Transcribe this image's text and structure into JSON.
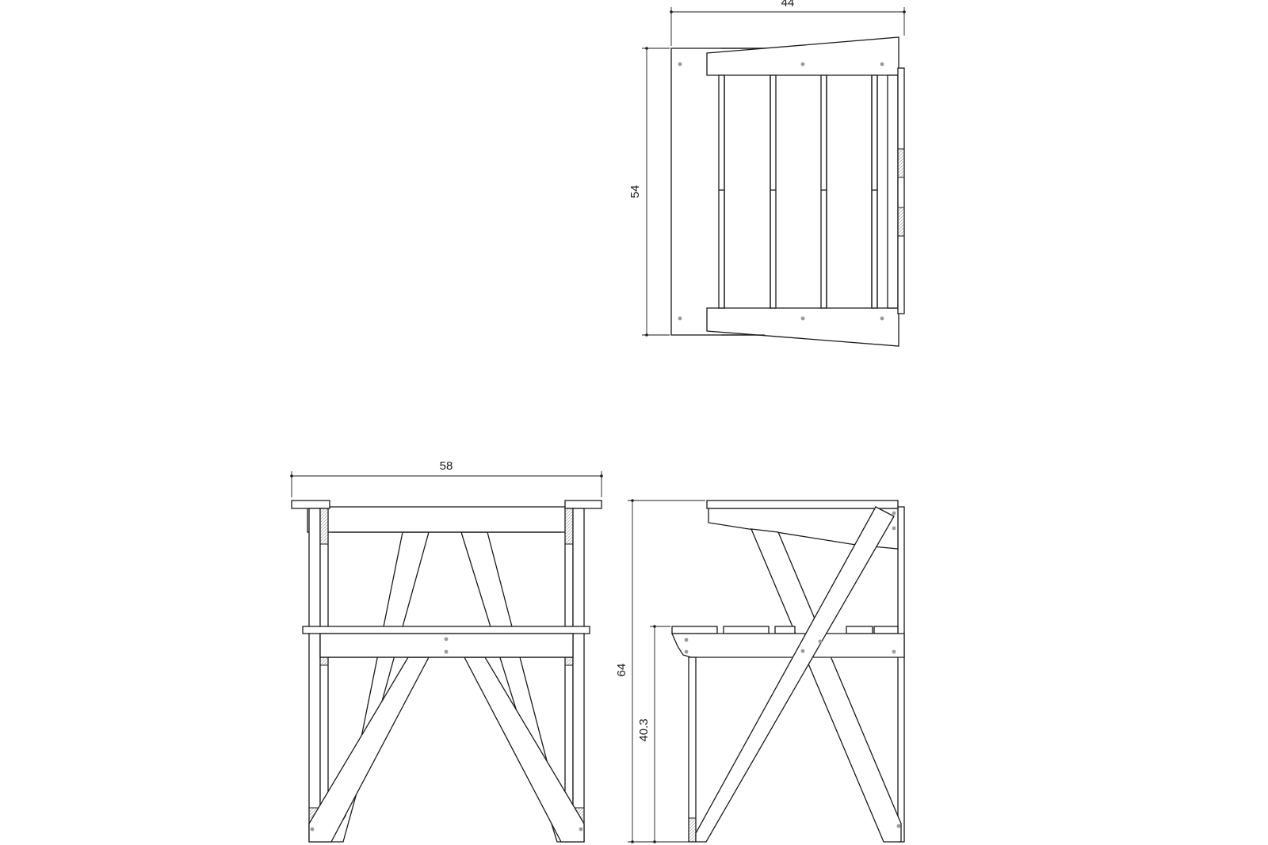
{
  "dimensions": {
    "plan_width": "44",
    "plan_depth": "54",
    "front_width": "58",
    "side_height": "64",
    "seat_height": "40.3"
  }
}
